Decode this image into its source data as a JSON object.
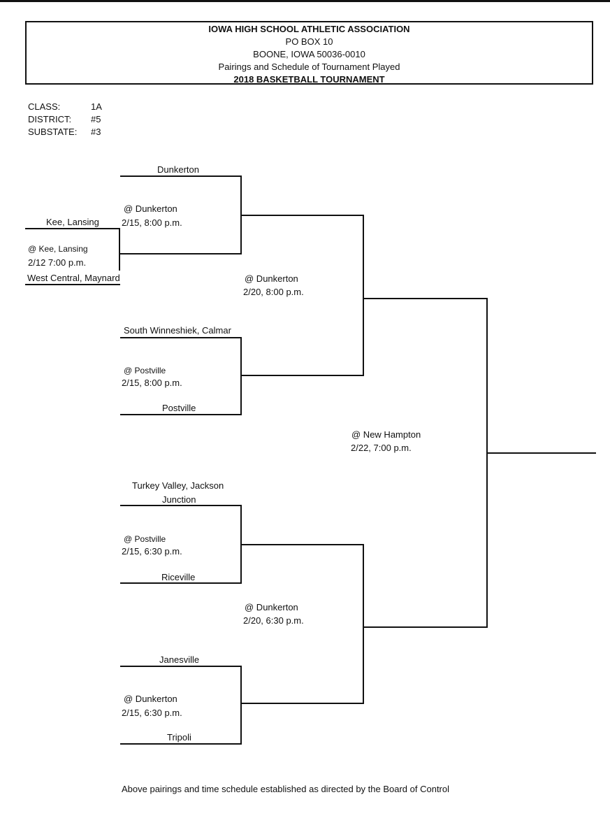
{
  "header": {
    "org": "IOWA HIGH SCHOOL ATHLETIC ASSOCIATION",
    "pobox": "PO BOX 10",
    "city": "BOONE, IOWA  50036-0010",
    "subtitle": "Pairings and Schedule of Tournament Played",
    "tournament": "2018 BASKETBALL TOURNAMENT"
  },
  "meta": {
    "class_label": "CLASS:",
    "class_value": "1A",
    "district_label": "DISTRICT:",
    "district_value": "#5",
    "substate_label": "SUBSTATE:",
    "substate_value": "#3"
  },
  "teams": {
    "dunkerton": "Dunkerton",
    "kee_lansing": "Kee, Lansing",
    "west_central": "West Central, Maynard",
    "south_winneshiek": "South Winneshiek, Calmar",
    "postville": "Postville",
    "turkey_valley_1": "Turkey Valley, Jackson",
    "turkey_valley_2": "Junction",
    "riceville": "Riceville",
    "janesville": "Janesville",
    "tripoli": "Tripoli"
  },
  "games": {
    "prelim": {
      "site": "@  Kee, Lansing",
      "time": "2/12 7:00 p.m."
    },
    "r1_a": {
      "site": "@  Dunkerton",
      "time": "2/15, 8:00 p.m."
    },
    "r1_b": {
      "site": "@  Postville",
      "time": "2/15, 8:00 p.m."
    },
    "r1_c": {
      "site": "@  Postville",
      "time": "2/15, 6:30 p.m."
    },
    "r1_d": {
      "site": "@  Dunkerton",
      "time": "2/15, 6:30 p.m."
    },
    "semi_top": {
      "site": "@  Dunkerton",
      "time": "2/20, 8:00 p.m."
    },
    "semi_bottom": {
      "site": "@  Dunkerton",
      "time": "2/20, 6:30 p.m."
    },
    "final": {
      "site": "@  New Hampton",
      "time": "2/22, 7:00 p.m."
    }
  },
  "footer": "Above pairings and time schedule established as directed by the Board of Control"
}
